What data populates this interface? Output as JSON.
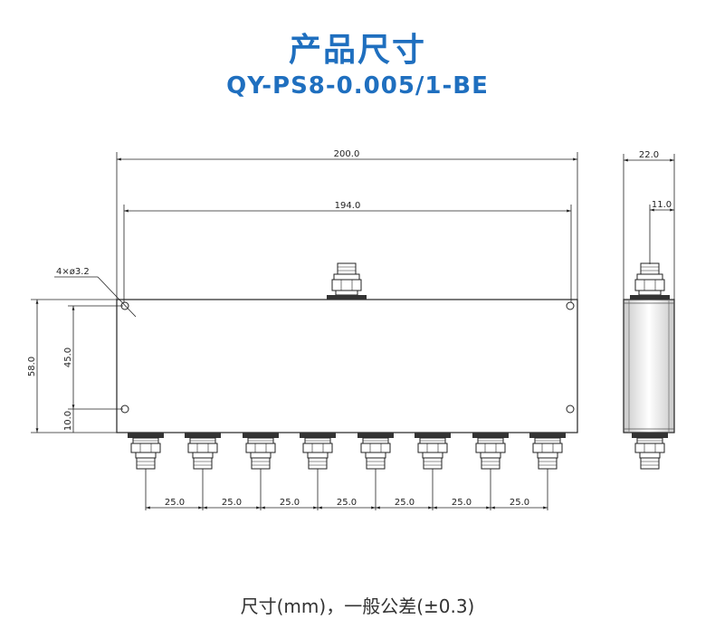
{
  "header": {
    "title": "产品尺寸",
    "model": "QY-PS8-0.005/1-BE"
  },
  "dimensions": {
    "overall_length": "200.0",
    "hole_spacing": "194.0",
    "hole_callout": "4×ø3.2",
    "height": "58.0",
    "hole_vertical_spacing": "45.0",
    "hole_edge_offset": "10.0",
    "port_pitch": [
      "25.0",
      "25.0",
      "25.0",
      "25.0",
      "25.0",
      "25.0",
      "25.0"
    ],
    "side_depth": "22.0",
    "side_connector_offset": "11.0"
  },
  "footer": {
    "note": "尺寸(mm)，一般公差(±0.3)"
  }
}
